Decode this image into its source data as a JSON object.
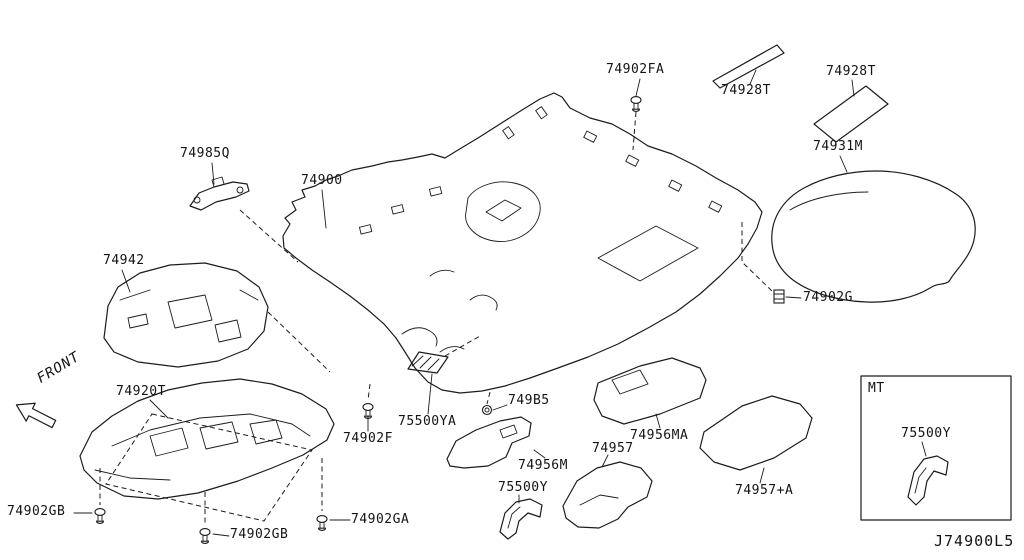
{
  "diagram": {
    "code": "J74900L5",
    "front_label": "FRONT",
    "mt_label": "MT"
  },
  "labels": {
    "74902FA": "74902FA",
    "74928T": "74928T",
    "74931M": "74931M",
    "74985Q": "74985Q",
    "74900": "74900",
    "74942": "74942",
    "74902G": "74902G",
    "74920T": "74920T",
    "74902F": "74902F",
    "75500YA": "75500YA",
    "749B5": "749B5",
    "74956MA": "74956MA",
    "74956M": "74956M",
    "74957": "74957",
    "75500Y": "75500Y",
    "74957+A": "74957+A",
    "74902GB": "74902GB",
    "74902GA": "74902GA"
  }
}
